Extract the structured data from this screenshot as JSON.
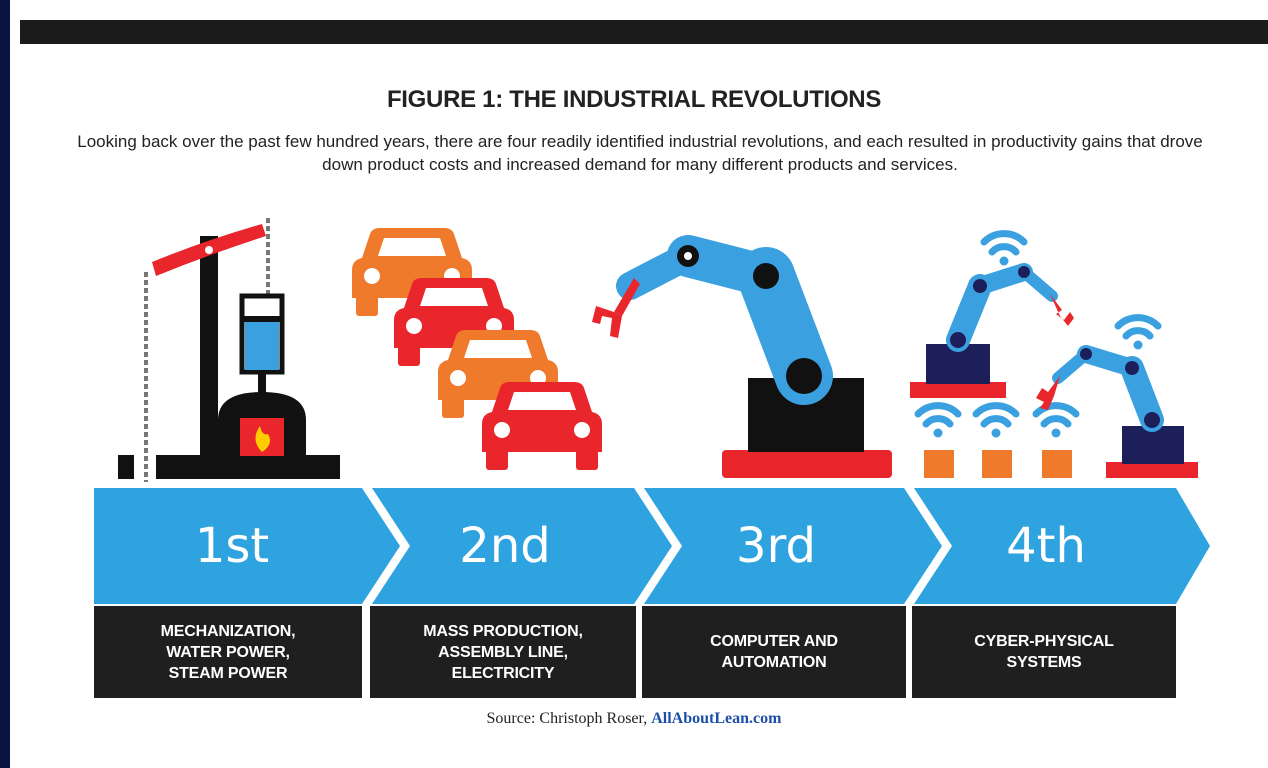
{
  "figure": {
    "title": "FIGURE 1: THE INDUSTRIAL REVOLUTIONS",
    "description": "Looking back over the past few hundred years, there are four readily identified industrial revolutions, and each resulted in productivity gains that drove down product costs and increased demand for many different products and services."
  },
  "stages": [
    {
      "number": "1st",
      "label": "MECHANIZATION,\nWATER POWER,\nSTEAM POWER"
    },
    {
      "number": "2nd",
      "label": "MASS PRODUCTION,\nASSEMBLY LINE,\nELECTRICITY"
    },
    {
      "number": "3rd",
      "label": "COMPUTER AND\nAUTOMATION"
    },
    {
      "number": "4th",
      "label": "CYBER-PHYSICAL\nSYSTEMS"
    }
  ],
  "source": {
    "prefix": "Source: Christoph Roser, ",
    "link": "AllAboutLean.com"
  },
  "colors": {
    "arrow_blue": "#2fa3df",
    "robot_blue": "#3aa0e0",
    "car_orange": "#f07a2c",
    "car_red": "#e8262b",
    "label_bg": "#1f1f1f",
    "navy": "#1c1f5a"
  },
  "icons": [
    "steam-engine-icon",
    "cars-icon",
    "industrial-robot-icon",
    "networked-robots-icon",
    "wifi-icon"
  ]
}
